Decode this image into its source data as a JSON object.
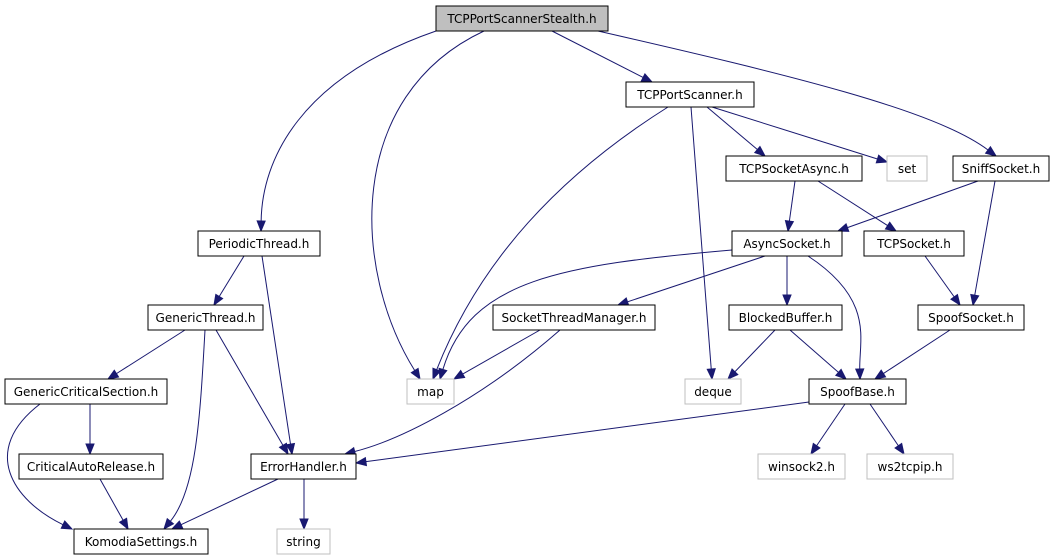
{
  "nodes": {
    "root": "TCPPortScannerStealth.h",
    "tcp_port_scanner": "TCPPortScanner.h",
    "tcp_socket_async": "TCPSocketAsync.h",
    "set": "set",
    "sniff_socket": "SniffSocket.h",
    "periodic_thread": "PeriodicThread.h",
    "async_socket": "AsyncSocket.h",
    "tcp_socket": "TCPSocket.h",
    "generic_thread": "GenericThread.h",
    "socket_thread_manager": "SocketThreadManager.h",
    "blocked_buffer": "BlockedBuffer.h",
    "spoof_socket": "SpoofSocket.h",
    "generic_critical_section": "GenericCriticalSection.h",
    "map": "map",
    "deque": "deque",
    "spoof_base": "SpoofBase.h",
    "critical_auto_release": "CriticalAutoRelease.h",
    "error_handler": "ErrorHandler.h",
    "winsock2": "winsock2.h",
    "ws2tcpip": "ws2tcpip.h",
    "komodia_settings": "KomodiaSettings.h",
    "string": "string"
  },
  "edges": [
    [
      "root",
      "tcp_port_scanner"
    ],
    [
      "root",
      "map"
    ],
    [
      "root",
      "periodic_thread"
    ],
    [
      "root",
      "sniff_socket"
    ],
    [
      "tcp_port_scanner",
      "tcp_socket_async"
    ],
    [
      "tcp_port_scanner",
      "set"
    ],
    [
      "tcp_port_scanner",
      "map"
    ],
    [
      "tcp_port_scanner",
      "deque"
    ],
    [
      "tcp_socket_async",
      "async_socket"
    ],
    [
      "tcp_socket_async",
      "tcp_socket"
    ],
    [
      "sniff_socket",
      "async_socket"
    ],
    [
      "sniff_socket",
      "spoof_socket"
    ],
    [
      "tcp_socket",
      "spoof_socket"
    ],
    [
      "async_socket",
      "map"
    ],
    [
      "async_socket",
      "socket_thread_manager"
    ],
    [
      "async_socket",
      "blocked_buffer"
    ],
    [
      "async_socket",
      "spoof_base"
    ],
    [
      "blocked_buffer",
      "deque"
    ],
    [
      "blocked_buffer",
      "spoof_base"
    ],
    [
      "spoof_socket",
      "spoof_base"
    ],
    [
      "socket_thread_manager",
      "map"
    ],
    [
      "socket_thread_manager",
      "error_handler"
    ],
    [
      "spoof_base",
      "error_handler"
    ],
    [
      "spoof_base",
      "winsock2"
    ],
    [
      "spoof_base",
      "ws2tcpip"
    ],
    [
      "periodic_thread",
      "generic_thread"
    ],
    [
      "periodic_thread",
      "error_handler"
    ],
    [
      "generic_thread",
      "generic_critical_section"
    ],
    [
      "generic_thread",
      "error_handler"
    ],
    [
      "generic_thread",
      "komodia_settings"
    ],
    [
      "generic_critical_section",
      "critical_auto_release"
    ],
    [
      "generic_critical_section",
      "komodia_settings"
    ],
    [
      "critical_auto_release",
      "komodia_settings"
    ],
    [
      "error_handler",
      "komodia_settings"
    ],
    [
      "error_handler",
      "string"
    ]
  ],
  "colors": {
    "edge": "#191970",
    "node_border": "#000000",
    "external_border": "#bfbfbf",
    "root_fill": "#bfbfbf"
  }
}
